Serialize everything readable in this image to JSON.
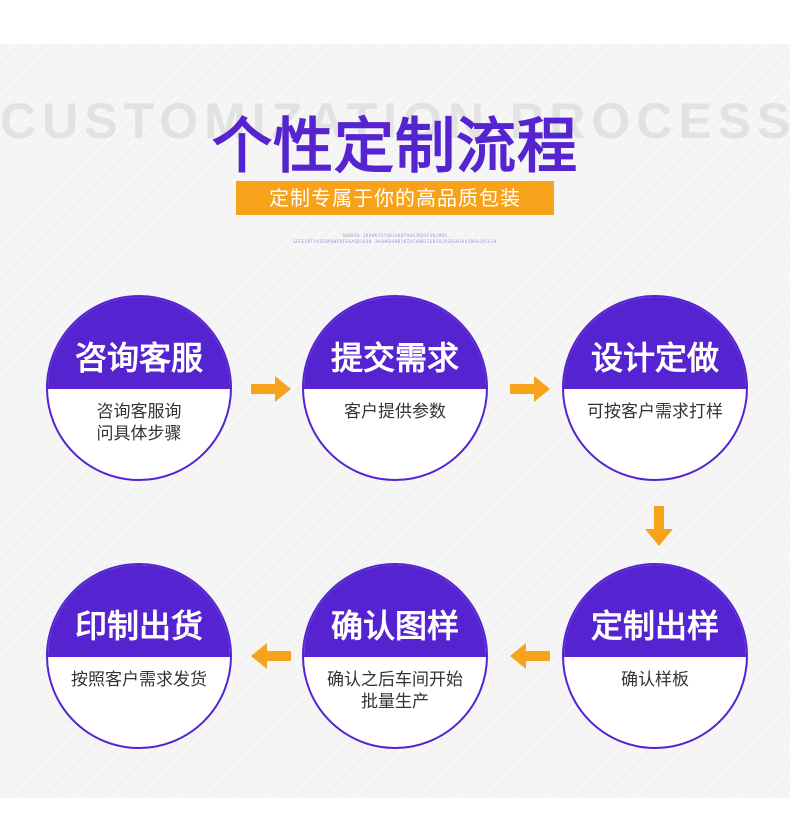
{
  "header": {
    "watermark": "CUSTOMIZATION PROCESS",
    "title": "个性定制流程",
    "subtitle": "定制专属于你的高品质包装",
    "tiny_line_1": "SDGKSD JKHDKJSFGHJAKDFHSKJRDSFGKJHDA",
    "tiny_line_2": "SGFEGRTYUIERPQWEDFGSASDJHJH JKGHKDVHBJKZXCVBNJZSDGHJASDGHJKASDGHJKSGJH"
  },
  "steps": [
    {
      "title": "咨询客服",
      "desc": "咨询客服询\n问具体步骤"
    },
    {
      "title": "提交需求",
      "desc": "客户提供参数"
    },
    {
      "title": "设计定做",
      "desc": "可按客户需求打样"
    },
    {
      "title": "定制出样",
      "desc": "确认样板"
    },
    {
      "title": "确认图样",
      "desc": "确认之后车间开始\n批量生产"
    },
    {
      "title": "印制出货",
      "desc": "按照客户需求发货"
    }
  ],
  "colors": {
    "purple": "#5523cf",
    "orange": "#f7a21b"
  },
  "icons": {
    "arrow_right": "arrow-right-icon",
    "arrow_left": "arrow-left-icon",
    "arrow_down": "arrow-down-icon"
  }
}
